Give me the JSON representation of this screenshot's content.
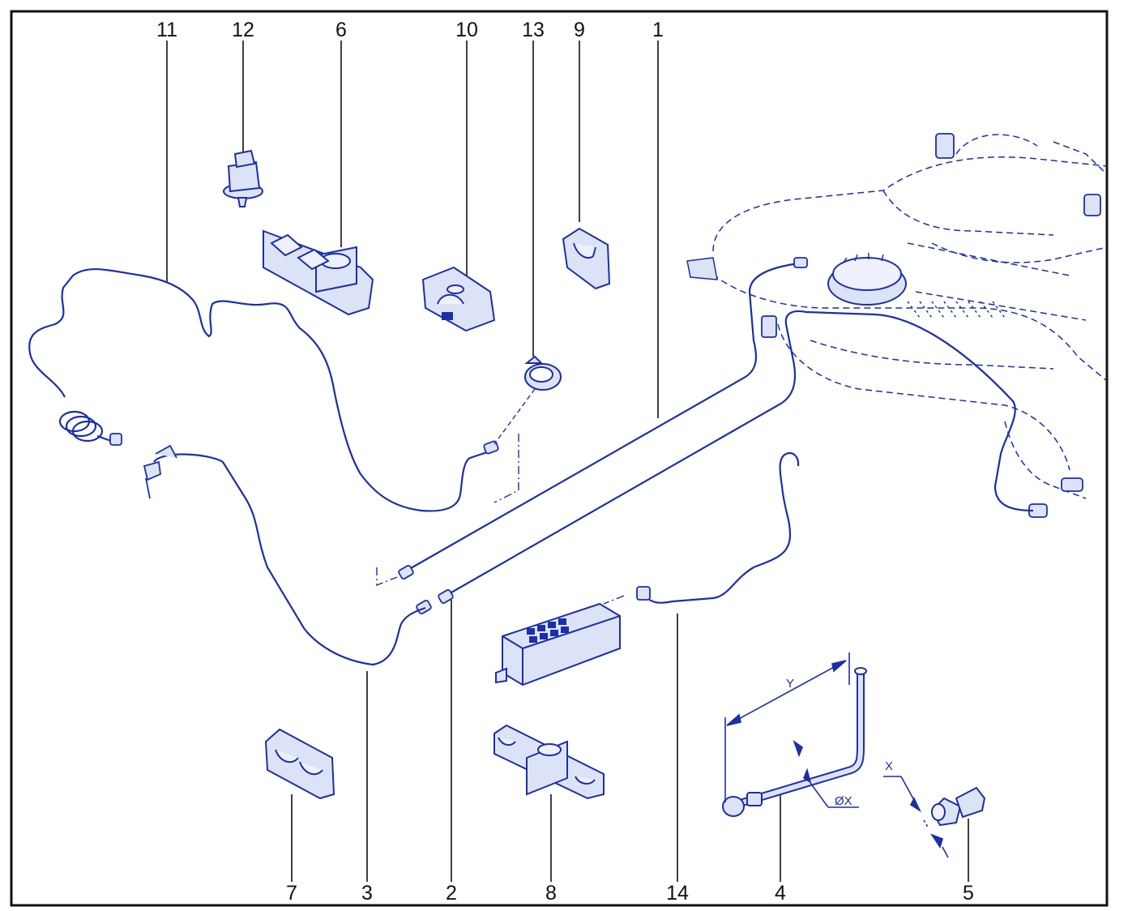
{
  "callouts": {
    "c1": "1",
    "c2": "2",
    "c3": "3",
    "c4": "4",
    "c5": "5",
    "c6": "6",
    "c7": "7",
    "c8": "8",
    "c9": "9",
    "c10": "10",
    "c11": "11",
    "c12": "12",
    "c13": "13",
    "c14": "14"
  },
  "dimensions": {
    "y": "Y",
    "x": "X",
    "dia_x": "ØX"
  },
  "colors": {
    "linework": "#1b2fa8",
    "fill": "#dde3f6",
    "callout": "#111111",
    "frame": "#111111"
  }
}
